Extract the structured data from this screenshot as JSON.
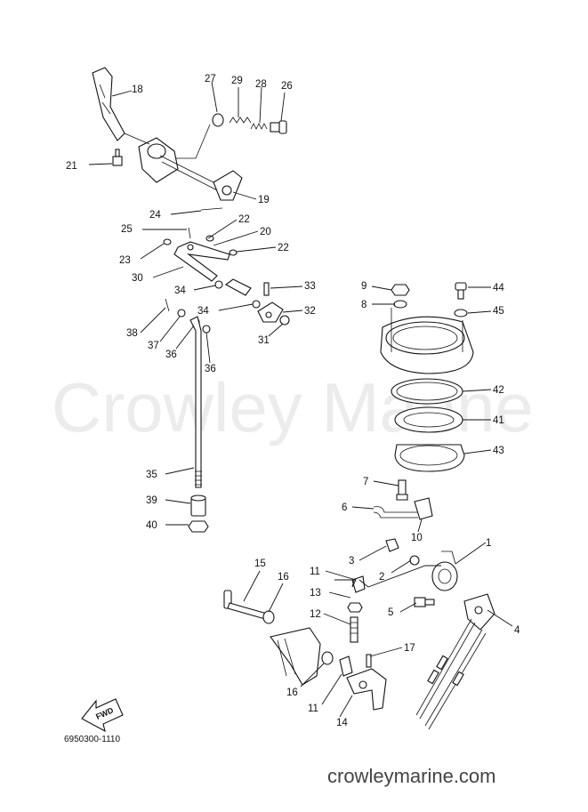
{
  "watermark": "Crowley Marine",
  "footer": "crowleymarine.com",
  "diagram_code": "6950300-1110",
  "fwd_label": "FWD",
  "callouts": [
    {
      "id": "18",
      "label": "18"
    },
    {
      "id": "21",
      "label": "21"
    },
    {
      "id": "27",
      "label": "27"
    },
    {
      "id": "29",
      "label": "29"
    },
    {
      "id": "28",
      "label": "28"
    },
    {
      "id": "26",
      "label": "26"
    },
    {
      "id": "19",
      "label": "19"
    },
    {
      "id": "24",
      "label": "24"
    },
    {
      "id": "22a",
      "label": "22"
    },
    {
      "id": "25",
      "label": "25"
    },
    {
      "id": "20",
      "label": "20"
    },
    {
      "id": "22b",
      "label": "22"
    },
    {
      "id": "23",
      "label": "23"
    },
    {
      "id": "30",
      "label": "30"
    },
    {
      "id": "34a",
      "label": "34"
    },
    {
      "id": "33",
      "label": "33"
    },
    {
      "id": "34b",
      "label": "34"
    },
    {
      "id": "32",
      "label": "32"
    },
    {
      "id": "38",
      "label": "38"
    },
    {
      "id": "37",
      "label": "37"
    },
    {
      "id": "31",
      "label": "31"
    },
    {
      "id": "36a",
      "label": "36"
    },
    {
      "id": "36b",
      "label": "36"
    },
    {
      "id": "9",
      "label": "9"
    },
    {
      "id": "44",
      "label": "44"
    },
    {
      "id": "8",
      "label": "8"
    },
    {
      "id": "45",
      "label": "45"
    },
    {
      "id": "42",
      "label": "42"
    },
    {
      "id": "41",
      "label": "41"
    },
    {
      "id": "43",
      "label": "43"
    },
    {
      "id": "35",
      "label": "35"
    },
    {
      "id": "7",
      "label": "7"
    },
    {
      "id": "39",
      "label": "39"
    },
    {
      "id": "6",
      "label": "6"
    },
    {
      "id": "40",
      "label": "40"
    },
    {
      "id": "10",
      "label": "10"
    },
    {
      "id": "1",
      "label": "1"
    },
    {
      "id": "3",
      "label": "3"
    },
    {
      "id": "15",
      "label": "15"
    },
    {
      "id": "11a",
      "label": "11"
    },
    {
      "id": "2",
      "label": "2"
    },
    {
      "id": "16a",
      "label": "16"
    },
    {
      "id": "13",
      "label": "13"
    },
    {
      "id": "5",
      "label": "5"
    },
    {
      "id": "4",
      "label": "4"
    },
    {
      "id": "12",
      "label": "12"
    },
    {
      "id": "17",
      "label": "17"
    },
    {
      "id": "16b",
      "label": "16"
    },
    {
      "id": "11b",
      "label": "11"
    },
    {
      "id": "14",
      "label": "14"
    }
  ]
}
